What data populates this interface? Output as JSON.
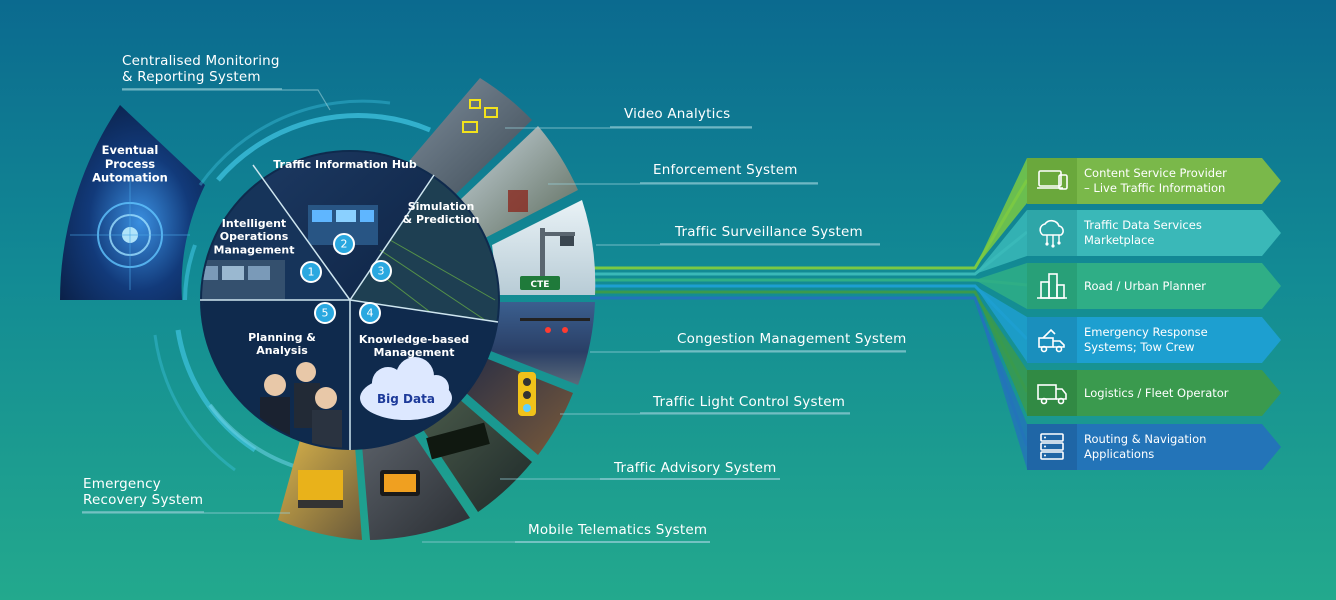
{
  "center_segments": {
    "hub": "Traffic Information Hub",
    "simulation": "Simulation\n& Prediction",
    "intelligent": "Intelligent\nOperations\nManagement",
    "planning": "Planning &\nAnalysis",
    "knowledge": "Knowledge-based\nManagement",
    "big_data": "Big Data"
  },
  "numbers": [
    "1",
    "2",
    "3",
    "4",
    "5"
  ],
  "left_panel": {
    "title": "Eventual\nProcess\nAutomation"
  },
  "external_systems": {
    "centralised": "Centralised Monitoring\n& Reporting System",
    "video": "Video Analytics",
    "enforcement": "Enforcement System",
    "surveillance": "Traffic Surveillance System",
    "congestion": "Congestion Management System",
    "traffic_light": "Traffic Light Control System",
    "advisory": "Traffic Advisory System",
    "telematics": "Mobile Telematics System",
    "emergency_recovery": "Emergency\nRecovery System"
  },
  "photo_texts": {
    "cte_sign": "CTE"
  },
  "stakeholders": [
    {
      "label": "Content Service Provider\n– Live Traffic Information",
      "icon": "laptop-phone-icon",
      "color": "#7ab84a",
      "icon_color": "#6aa83c"
    },
    {
      "label": "Traffic Data Services\nMarketplace",
      "icon": "cloud-network-icon",
      "color": "#3ab8b8",
      "icon_color": "#2ea6a8"
    },
    {
      "label": "Road / Urban Planner",
      "icon": "city-building-icon",
      "color": "#2fae86",
      "icon_color": "#28a078"
    },
    {
      "label": "Emergency Response\nSystems; Tow Crew",
      "icon": "tow-truck-icon",
      "color": "#1d9fd0",
      "icon_color": "#1a8fbd"
    },
    {
      "label": "Logistics / Fleet Operator",
      "icon": "delivery-truck-icon",
      "color": "#3a9a4e",
      "icon_color": "#318a44"
    },
    {
      "label": "Routing & Navigation\nApplications",
      "icon": "server-stack-icon",
      "color": "#2374b8",
      "icon_color": "#1f66a6"
    }
  ],
  "colors": {
    "dark_navy": "#0f2a4d",
    "ring_cyan": "#3fc3e0",
    "line_green": "#7ac943"
  }
}
